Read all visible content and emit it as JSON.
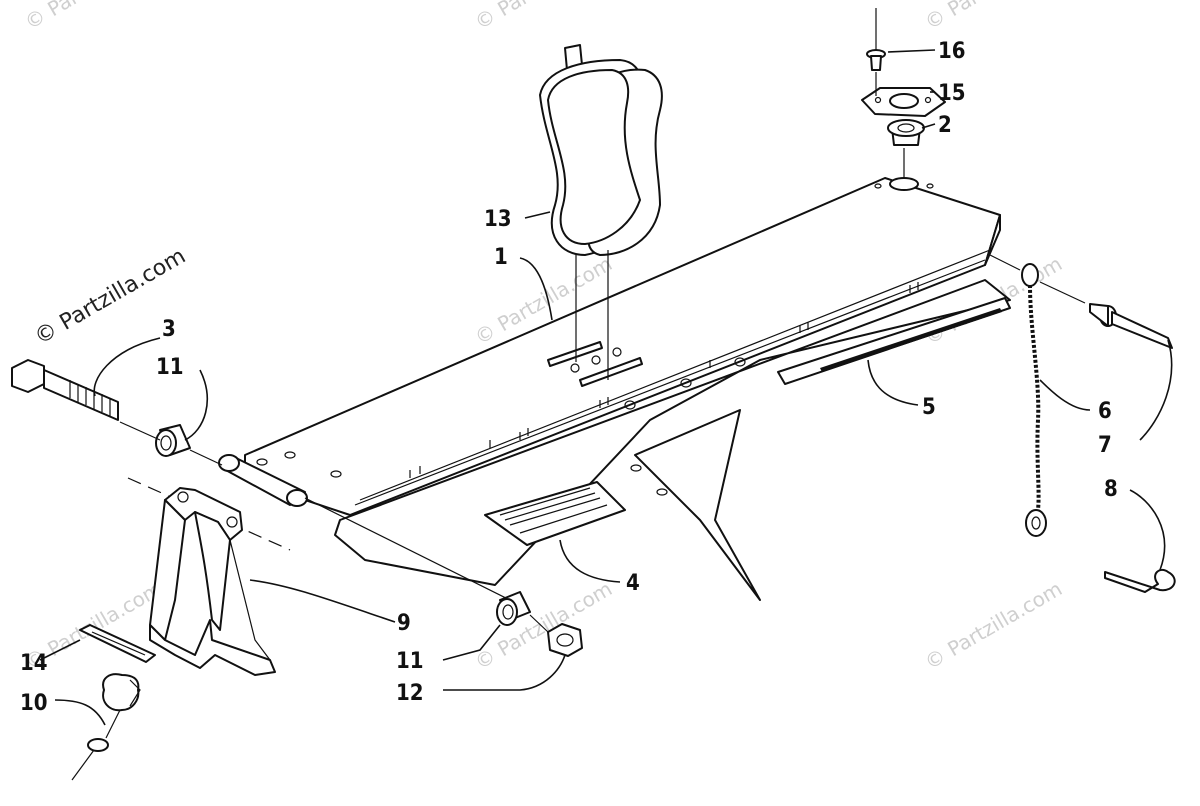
{
  "watermarks": {
    "main": "© Partzilla.com",
    "faint": "© Partzilla.com"
  },
  "callouts": [
    {
      "id": "1",
      "label": "1"
    },
    {
      "id": "2",
      "label": "2"
    },
    {
      "id": "3",
      "label": "3"
    },
    {
      "id": "4",
      "label": "4"
    },
    {
      "id": "5",
      "label": "5"
    },
    {
      "id": "6",
      "label": "6"
    },
    {
      "id": "7",
      "label": "7"
    },
    {
      "id": "8",
      "label": "8"
    },
    {
      "id": "9",
      "label": "9"
    },
    {
      "id": "10",
      "label": "10"
    },
    {
      "id": "11a",
      "label": "11"
    },
    {
      "id": "11b",
      "label": "11"
    },
    {
      "id": "12",
      "label": "12"
    },
    {
      "id": "13",
      "label": "13"
    },
    {
      "id": "14",
      "label": "14"
    },
    {
      "id": "15",
      "label": "15"
    },
    {
      "id": "16",
      "label": "16"
    }
  ],
  "colors": {
    "line": "#111111",
    "watermark": "#cfcfcf",
    "background": "#ffffff"
  }
}
